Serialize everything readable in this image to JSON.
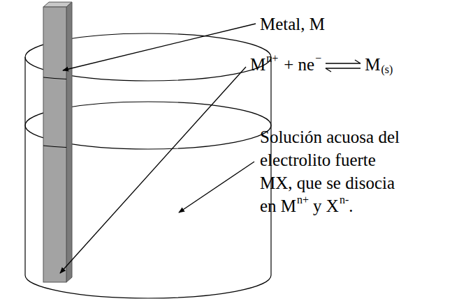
{
  "diagram": {
    "labels": [
      "Metal, M",
      "M",
      "n+",
      "+ ne",
      "−",
      "M",
      "(s)",
      "Solución acuosa del",
      "electrolito fuerte",
      "MX, que se disocia",
      "en M",
      "n+",
      "y X",
      "n-",
      "."
    ]
  }
}
